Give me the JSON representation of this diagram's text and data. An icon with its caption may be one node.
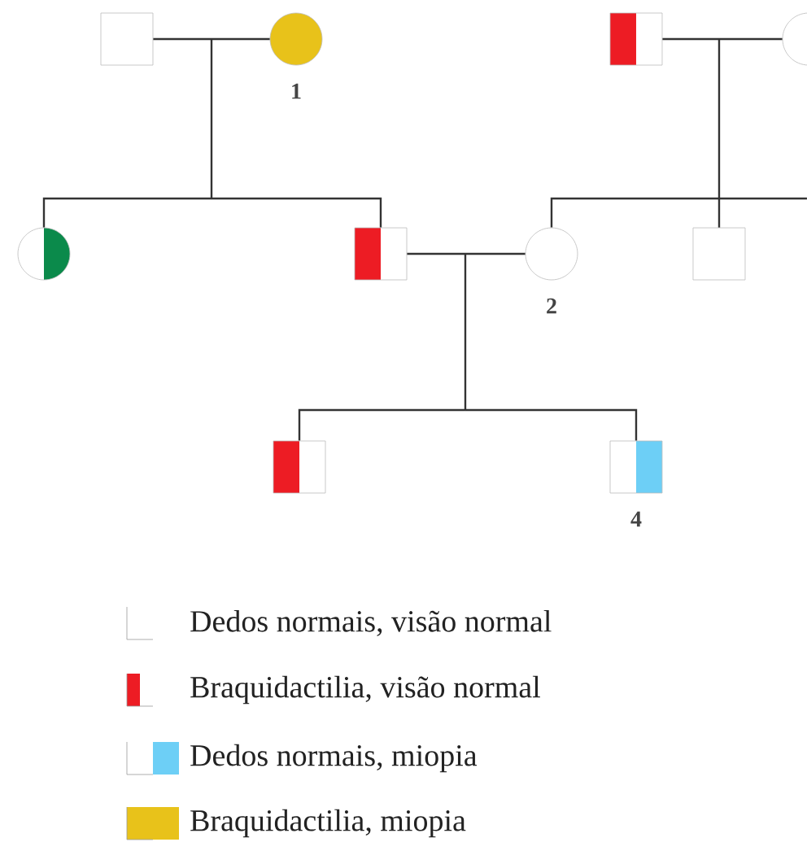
{
  "diagram": {
    "nodes": [
      {
        "text": [],
        "shape": "box"
      },
      {
        "text": [],
        "shape": "circle",
        "beside": [
          "1"
        ]
      },
      {
        "text": [],
        "shape": "box"
      },
      {
        "text": [],
        "shape": "circle"
      },
      {
        "text": [],
        "shape": "circle"
      },
      {
        "text": [],
        "shape": "box"
      },
      {
        "text": [],
        "shape": "circle",
        "beside": [
          "2"
        ]
      },
      {
        "text": [],
        "shape": "box"
      },
      {
        "text": [],
        "shape": "box"
      },
      {
        "text": [],
        "shape": "box",
        "beside": [
          "4"
        ]
      }
    ],
    "edges": [
      {
        "from": 0,
        "to": 1,
        "arrow": "none"
      },
      {
        "from": 0,
        "to": 4,
        "arrow": "none"
      },
      {
        "from": 0,
        "to": 5,
        "arrow": "none"
      },
      {
        "from": 2,
        "to": 3,
        "arrow": "none"
      },
      {
        "from": 2,
        "to": 6,
        "arrow": "none"
      },
      {
        "from": 2,
        "to": 7,
        "arrow": "none"
      },
      {
        "from": 5,
        "to": 6,
        "arrow": "none"
      },
      {
        "from": 5,
        "to": 8,
        "arrow": "none"
      },
      {
        "from": 5,
        "to": 9,
        "arrow": "none"
      }
    ],
    "legend": [
      {
        "text": "Dedos normais, visão normal"
      },
      {
        "text": "Braquidactilia, visão normal",
        "color": "#ed1c24"
      },
      {
        "text": "Dedos normais, miopia",
        "color": "#6dcff6"
      },
      {
        "text": "Braquidactilia, miopia",
        "color": "#e8c21a"
      }
    ]
  }
}
